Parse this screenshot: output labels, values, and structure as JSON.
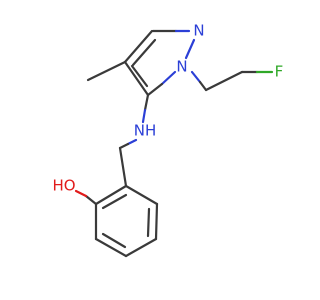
{
  "molecule": {
    "atoms": {
      "n2": {
        "label": "N",
        "color": "#2b3fd6"
      },
      "n1": {
        "label": "N",
        "color": "#2b3fd6"
      },
      "f": {
        "label": "F",
        "color": "#2fa827"
      },
      "nh": {
        "label": "NH",
        "color": "#2b3fd6"
      },
      "ho": {
        "label": "HO",
        "color": "#e11b1b"
      }
    }
  }
}
